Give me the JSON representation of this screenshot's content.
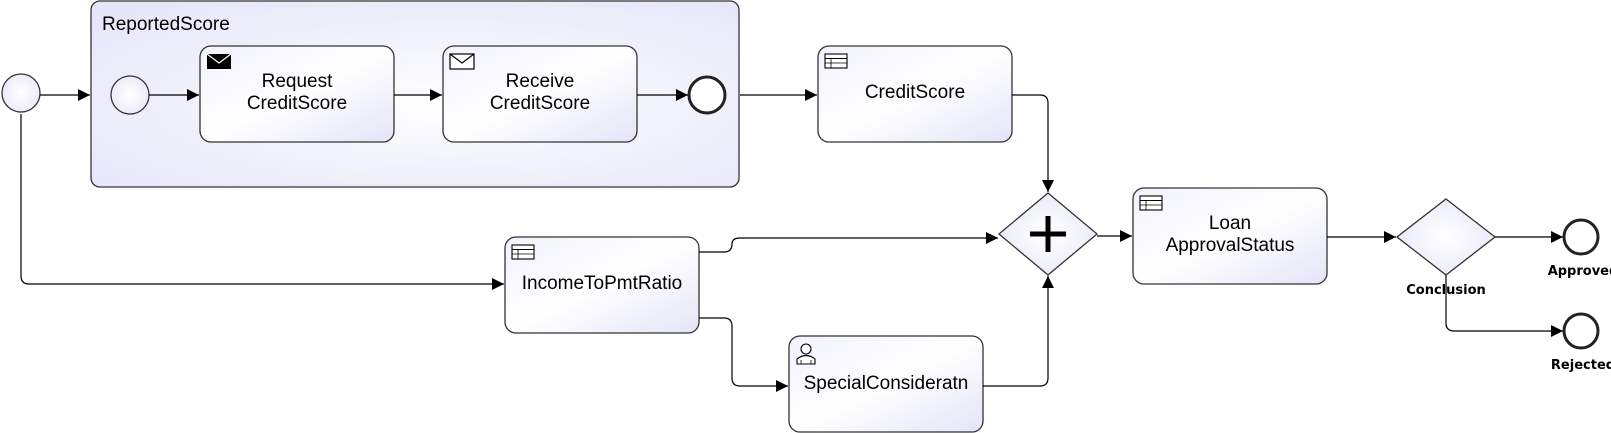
{
  "subprocess": {
    "label": "ReportedScore"
  },
  "tasks": {
    "request": {
      "line1": "Request",
      "line2": "CreditScore",
      "icon": "envelope-filled-icon"
    },
    "receive": {
      "line1": "Receive",
      "line2": "CreditScore",
      "icon": "envelope-outline-icon"
    },
    "credit_score": {
      "label": "CreditScore",
      "icon": "decision-table-icon"
    },
    "loan": {
      "line1": "Loan",
      "line2": "ApprovalStatus",
      "icon": "decision-table-icon"
    },
    "income": {
      "label": "IncomeToPmtRatio",
      "icon": "decision-table-icon"
    },
    "special": {
      "label": "SpecialConsideratn",
      "icon": "user-icon"
    }
  },
  "gateways": {
    "parallel": {
      "type": "parallel"
    },
    "conclusion": {
      "type": "exclusive",
      "label": "Conclusion"
    }
  },
  "end_events": {
    "approved": {
      "label": "Approved"
    },
    "rejected": {
      "label": "Rejected"
    }
  },
  "colors": {
    "fill_light": "#ffffff",
    "fill_dark": "#e4e4fa",
    "stroke": "#333333"
  }
}
